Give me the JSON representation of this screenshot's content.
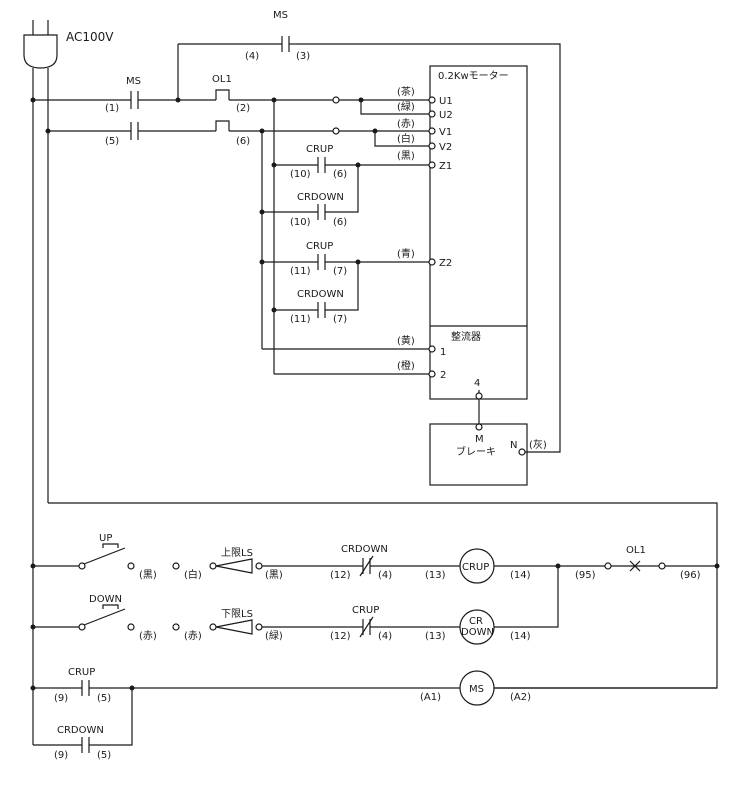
{
  "power": {
    "label": "AC100V"
  },
  "motor": {
    "title": "0.2Kwモーター",
    "terminals": [
      "U1",
      "U2",
      "V1",
      "V2",
      "Z1",
      "Z2"
    ],
    "colors": [
      "(茶)",
      "(緑)",
      "(赤)",
      "(白)",
      "(黒)",
      "(青)"
    ]
  },
  "rectifier": {
    "title": "整流器",
    "terminals": [
      "1",
      "2",
      "4"
    ],
    "colors": [
      "(黄)",
      "(橙)"
    ]
  },
  "brake": {
    "m": "M",
    "n": "N",
    "label": "ブレーキ",
    "color": "(灰)"
  },
  "contacts": {
    "ms": "MS",
    "ol1": "OL1",
    "crup": "CRUP",
    "crdown": "CRDOWN"
  },
  "wire_numbers": {
    "n1": "(1)",
    "n2": "(2)",
    "n3": "(3)",
    "n4": "(4)",
    "n5": "(5)",
    "n6": "(6)",
    "n7": "(7)",
    "n9": "(9)",
    "n10": "(10)",
    "n11": "(11)",
    "n12": "(12)",
    "n13": "(13)",
    "n14": "(14)",
    "n95": "(95)",
    "n96": "(96)",
    "a1": "(A1)",
    "a2": "(A2)"
  },
  "control": {
    "up": "UP",
    "down": "DOWN",
    "upper_ls": "上限LS",
    "lower_ls": "下限LS",
    "kuro": "(黒)",
    "shiro": "(白)",
    "aka": "(赤)",
    "midori": "(緑)",
    "coil_crup": "CRUP",
    "coil_cr": "CR",
    "coil_down": "DOWN",
    "coil_ms": "MS"
  }
}
